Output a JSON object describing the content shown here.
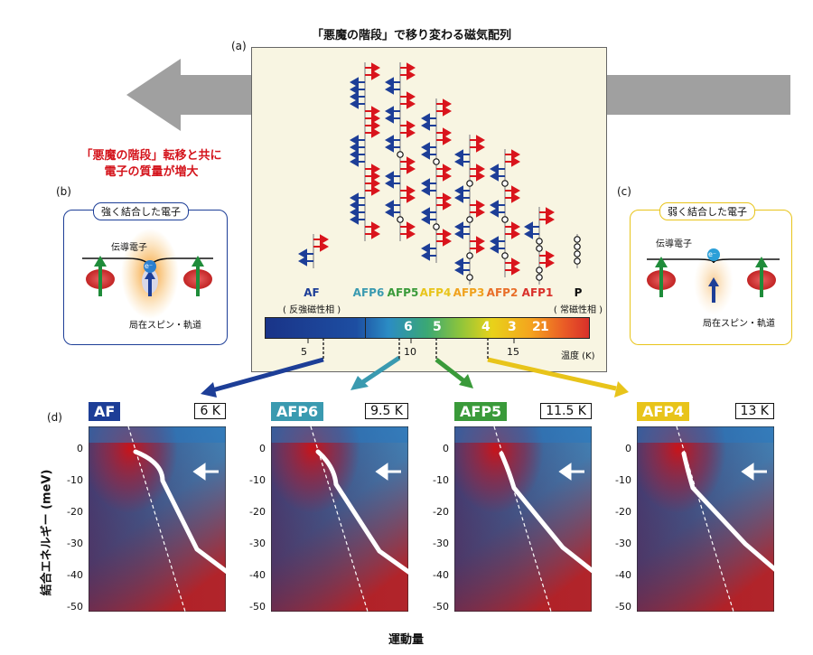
{
  "labels": {
    "a": "(a)",
    "b": "(b)",
    "c": "(c)",
    "d": "(d)"
  },
  "figure_title": "「悪魔の階段」で移り変わる磁気配列",
  "note_line1": "「悪魔の階段」転移と共に",
  "note_line2": "電子の質量が増大",
  "strong_box": {
    "title": "強く結合した電子",
    "conduction": "伝導電子",
    "local": "局在スピン・軌道",
    "electron": "e⁻"
  },
  "weak_box": {
    "title": "弱く結合した電子",
    "conduction": "伝導電子",
    "local": "局在スピン・軌道",
    "electron": "e⁻"
  },
  "phases": [
    {
      "name": "AF",
      "sub": "( 反強磁性相 )",
      "color": "#1d3e97"
    },
    {
      "name": "AFP6",
      "sub": "",
      "color": "#3a9ab0"
    },
    {
      "name": "AFP5",
      "sub": "",
      "color": "#3a9a3a"
    },
    {
      "name": "AFP4",
      "sub": "",
      "color": "#e8c41a"
    },
    {
      "name": "AFP3",
      "sub": "",
      "color": "#f0a21e"
    },
    {
      "name": "AFP2",
      "sub": "",
      "color": "#e86e28"
    },
    {
      "name": "AFP1",
      "sub": "",
      "color": "#d9302a"
    },
    {
      "name": "P",
      "sub": "( 常磁性相 )",
      "color": "#111111"
    }
  ],
  "colorbar": {
    "segments": [
      "6",
      "5",
      "4",
      "3",
      "2",
      "1"
    ],
    "ticks": [
      "5",
      "10",
      "15"
    ],
    "unit": "温度 (K)"
  },
  "panels": [
    {
      "tag": "AF",
      "temp": "6 K",
      "color": "#1d3e97"
    },
    {
      "tag": "AFP6",
      "temp": "9.5 K",
      "color": "#3a9ab0"
    },
    {
      "tag": "AFP5",
      "temp": "11.5 K",
      "color": "#3a9a3a"
    },
    {
      "tag": "AFP4",
      "temp": "13 K",
      "color": "#e8c41a"
    }
  ],
  "yticks": [
    "0",
    "-10",
    "-20",
    "-30",
    "-40",
    "-50"
  ],
  "ylabel": "結合エネルギー (meV)",
  "xlabel": "運動量",
  "colors": {
    "spin_up": "#d9141c",
    "spin_down": "#1d3e97",
    "arrow_gray": "#a0a0a0",
    "panel_bg": "#f8f5e2"
  }
}
